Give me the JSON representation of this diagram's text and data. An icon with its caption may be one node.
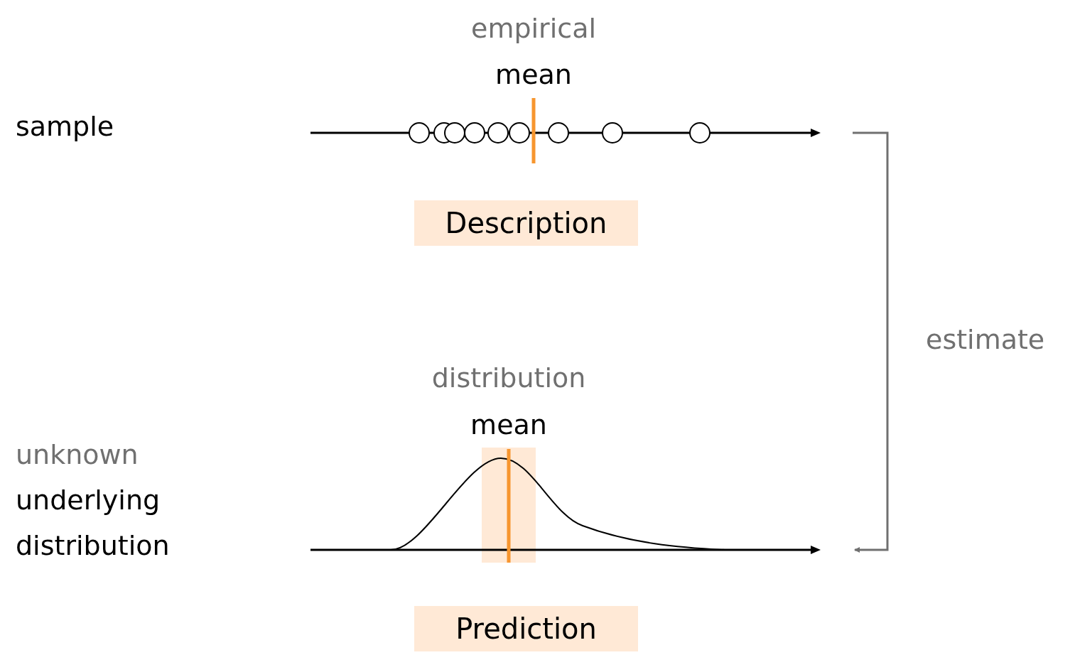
{
  "diagram": {
    "nodes": [
      {
        "text": [],
        "shape": "picture"
      },
      {
        "text": [
          "Description"
        ]
      },
      {
        "text": [],
        "shape": "picture"
      },
      {
        "text": [
          "Prediction"
        ]
      }
    ],
    "edges": [
      {
        "from": 0,
        "to": 2,
        "arrow": "to",
        "label": "estimate"
      }
    ],
    "labels": [
      "empirical",
      "mean",
      "sample",
      "distribution",
      "mean",
      "unknown",
      "underlying distribution"
    ]
  }
}
